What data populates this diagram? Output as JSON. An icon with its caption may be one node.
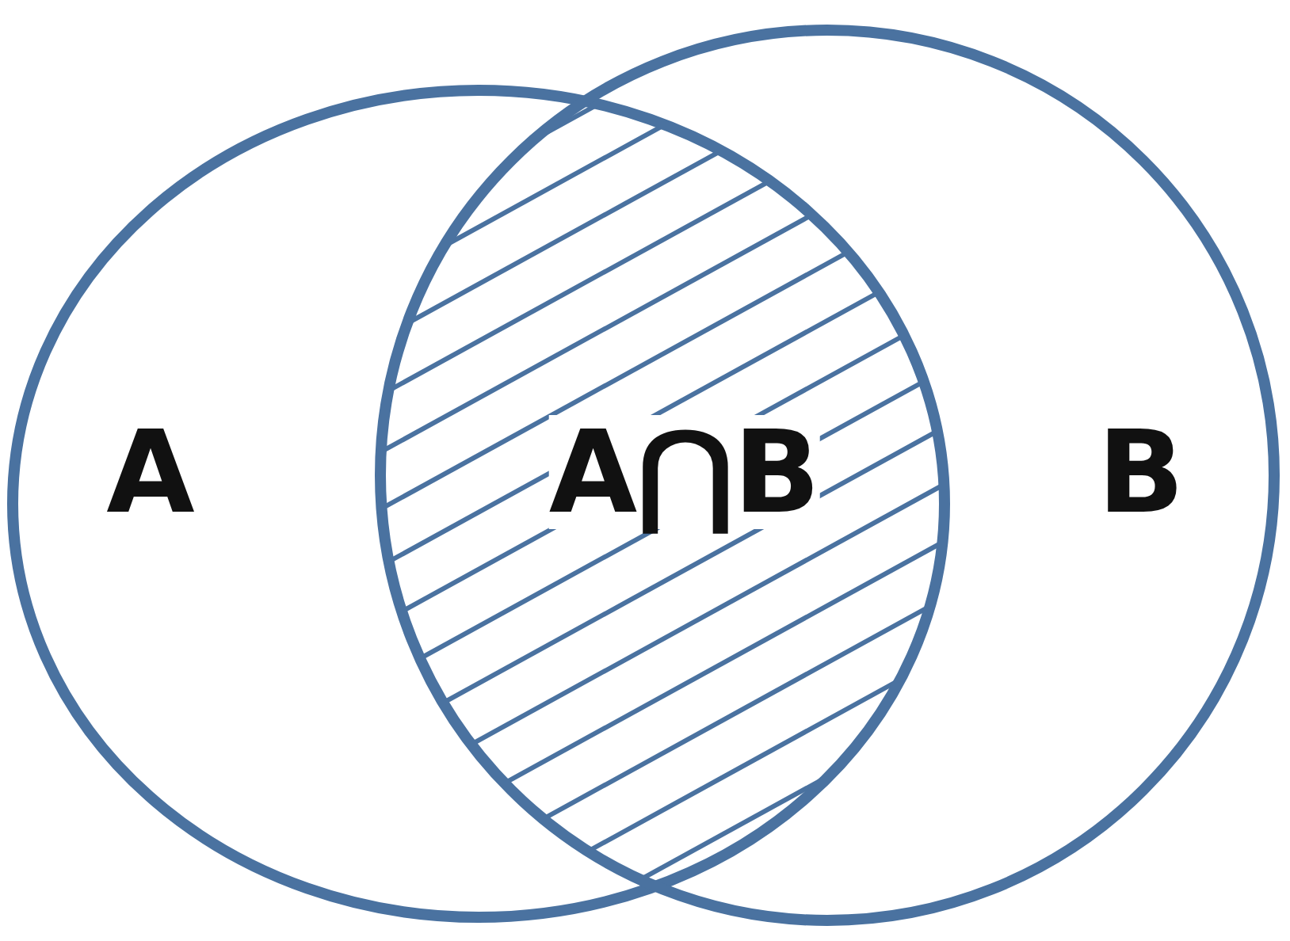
{
  "diagram": {
    "nodes": [
      {
        "text": [
          "A"
        ]
      },
      {
        "text": [
          "B"
        ]
      },
      {
        "text": [
          "A⋂B"
        ]
      }
    ],
    "edges": []
  }
}
